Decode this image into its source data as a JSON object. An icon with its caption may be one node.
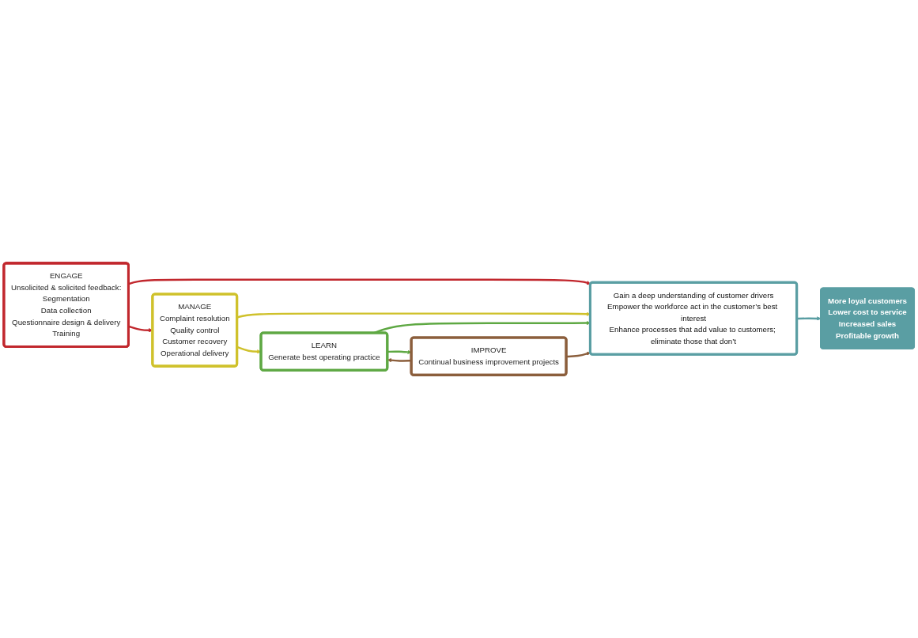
{
  "diagram": {
    "nodes": [
      {
        "text": [
          "ENGAGE",
          "Unsolicited & solicited feedback:",
          "Segmentation",
          "Data collection",
          "Questionnaire design & delivery",
          "Training"
        ]
      },
      {
        "text": [
          "MANAGE",
          "Complaint resolution",
          "Quality control",
          "Customer recovery",
          "Operational delivery"
        ]
      },
      {
        "text": [
          "LEARN",
          "Generate best operating practice"
        ]
      },
      {
        "text": [
          "IMPROVE",
          "Continual business improvement projects"
        ]
      },
      {
        "text": [
          "Gain a deep understanding of customer drivers",
          "Empower the workforce act in the customer’s best interest",
          "Enhance processes that add value to customers; eliminate those that don’t"
        ]
      },
      {
        "text": [
          "More loyal customers",
          "Lower cost to service",
          "Increased sales",
          "Profitable growth"
        ]
      }
    ],
    "edges": [
      {
        "from": 0,
        "to": 1,
        "arrow": "to",
        "color": "#c1272d"
      },
      {
        "from": 1,
        "to": 2,
        "arrow": "to",
        "color": "#cfc12b"
      },
      {
        "from": 2,
        "to": 3,
        "arrow": "to",
        "color": "#5ea843"
      },
      {
        "from": 3,
        "to": 2,
        "arrow": "to",
        "color": "#8b5e3c"
      },
      {
        "from": 0,
        "to": 4,
        "arrow": "to",
        "color": "#c1272d"
      },
      {
        "from": 1,
        "to": 4,
        "arrow": "to",
        "color": "#cfc12b"
      },
      {
        "from": 2,
        "to": 4,
        "arrow": "to",
        "color": "#5ea843"
      },
      {
        "from": 3,
        "to": 4,
        "arrow": "to",
        "color": "#8b5e3c"
      },
      {
        "from": 4,
        "to": 5,
        "arrow": "to",
        "color": "#5a9ea3"
      }
    ]
  }
}
